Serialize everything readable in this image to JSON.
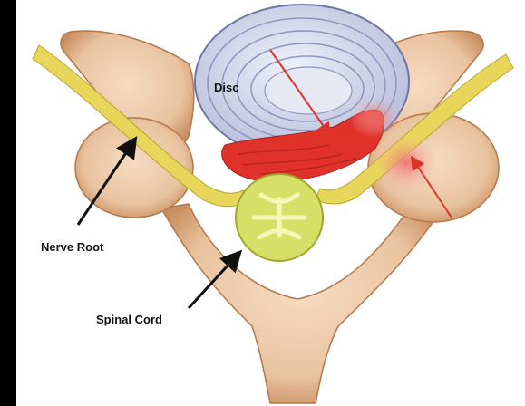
{
  "labels": {
    "disc": "Disc",
    "nerve_root": "Nerve Root",
    "spinal_cord": "Spinal Cord"
  },
  "colors": {
    "frame": "#000000",
    "background": "#ffffff",
    "bone": "#e9c3a0",
    "bone_dark": "#c98e5f",
    "disc": "#c9cde6",
    "disc_ring": "#8e96c0",
    "nerve": "#e8d65a",
    "cord": "#d7e066",
    "herniation": "#e0322b",
    "inflammation": "#f2a0a0",
    "pointer": "#111111",
    "red_arrow": "#d8352b"
  }
}
